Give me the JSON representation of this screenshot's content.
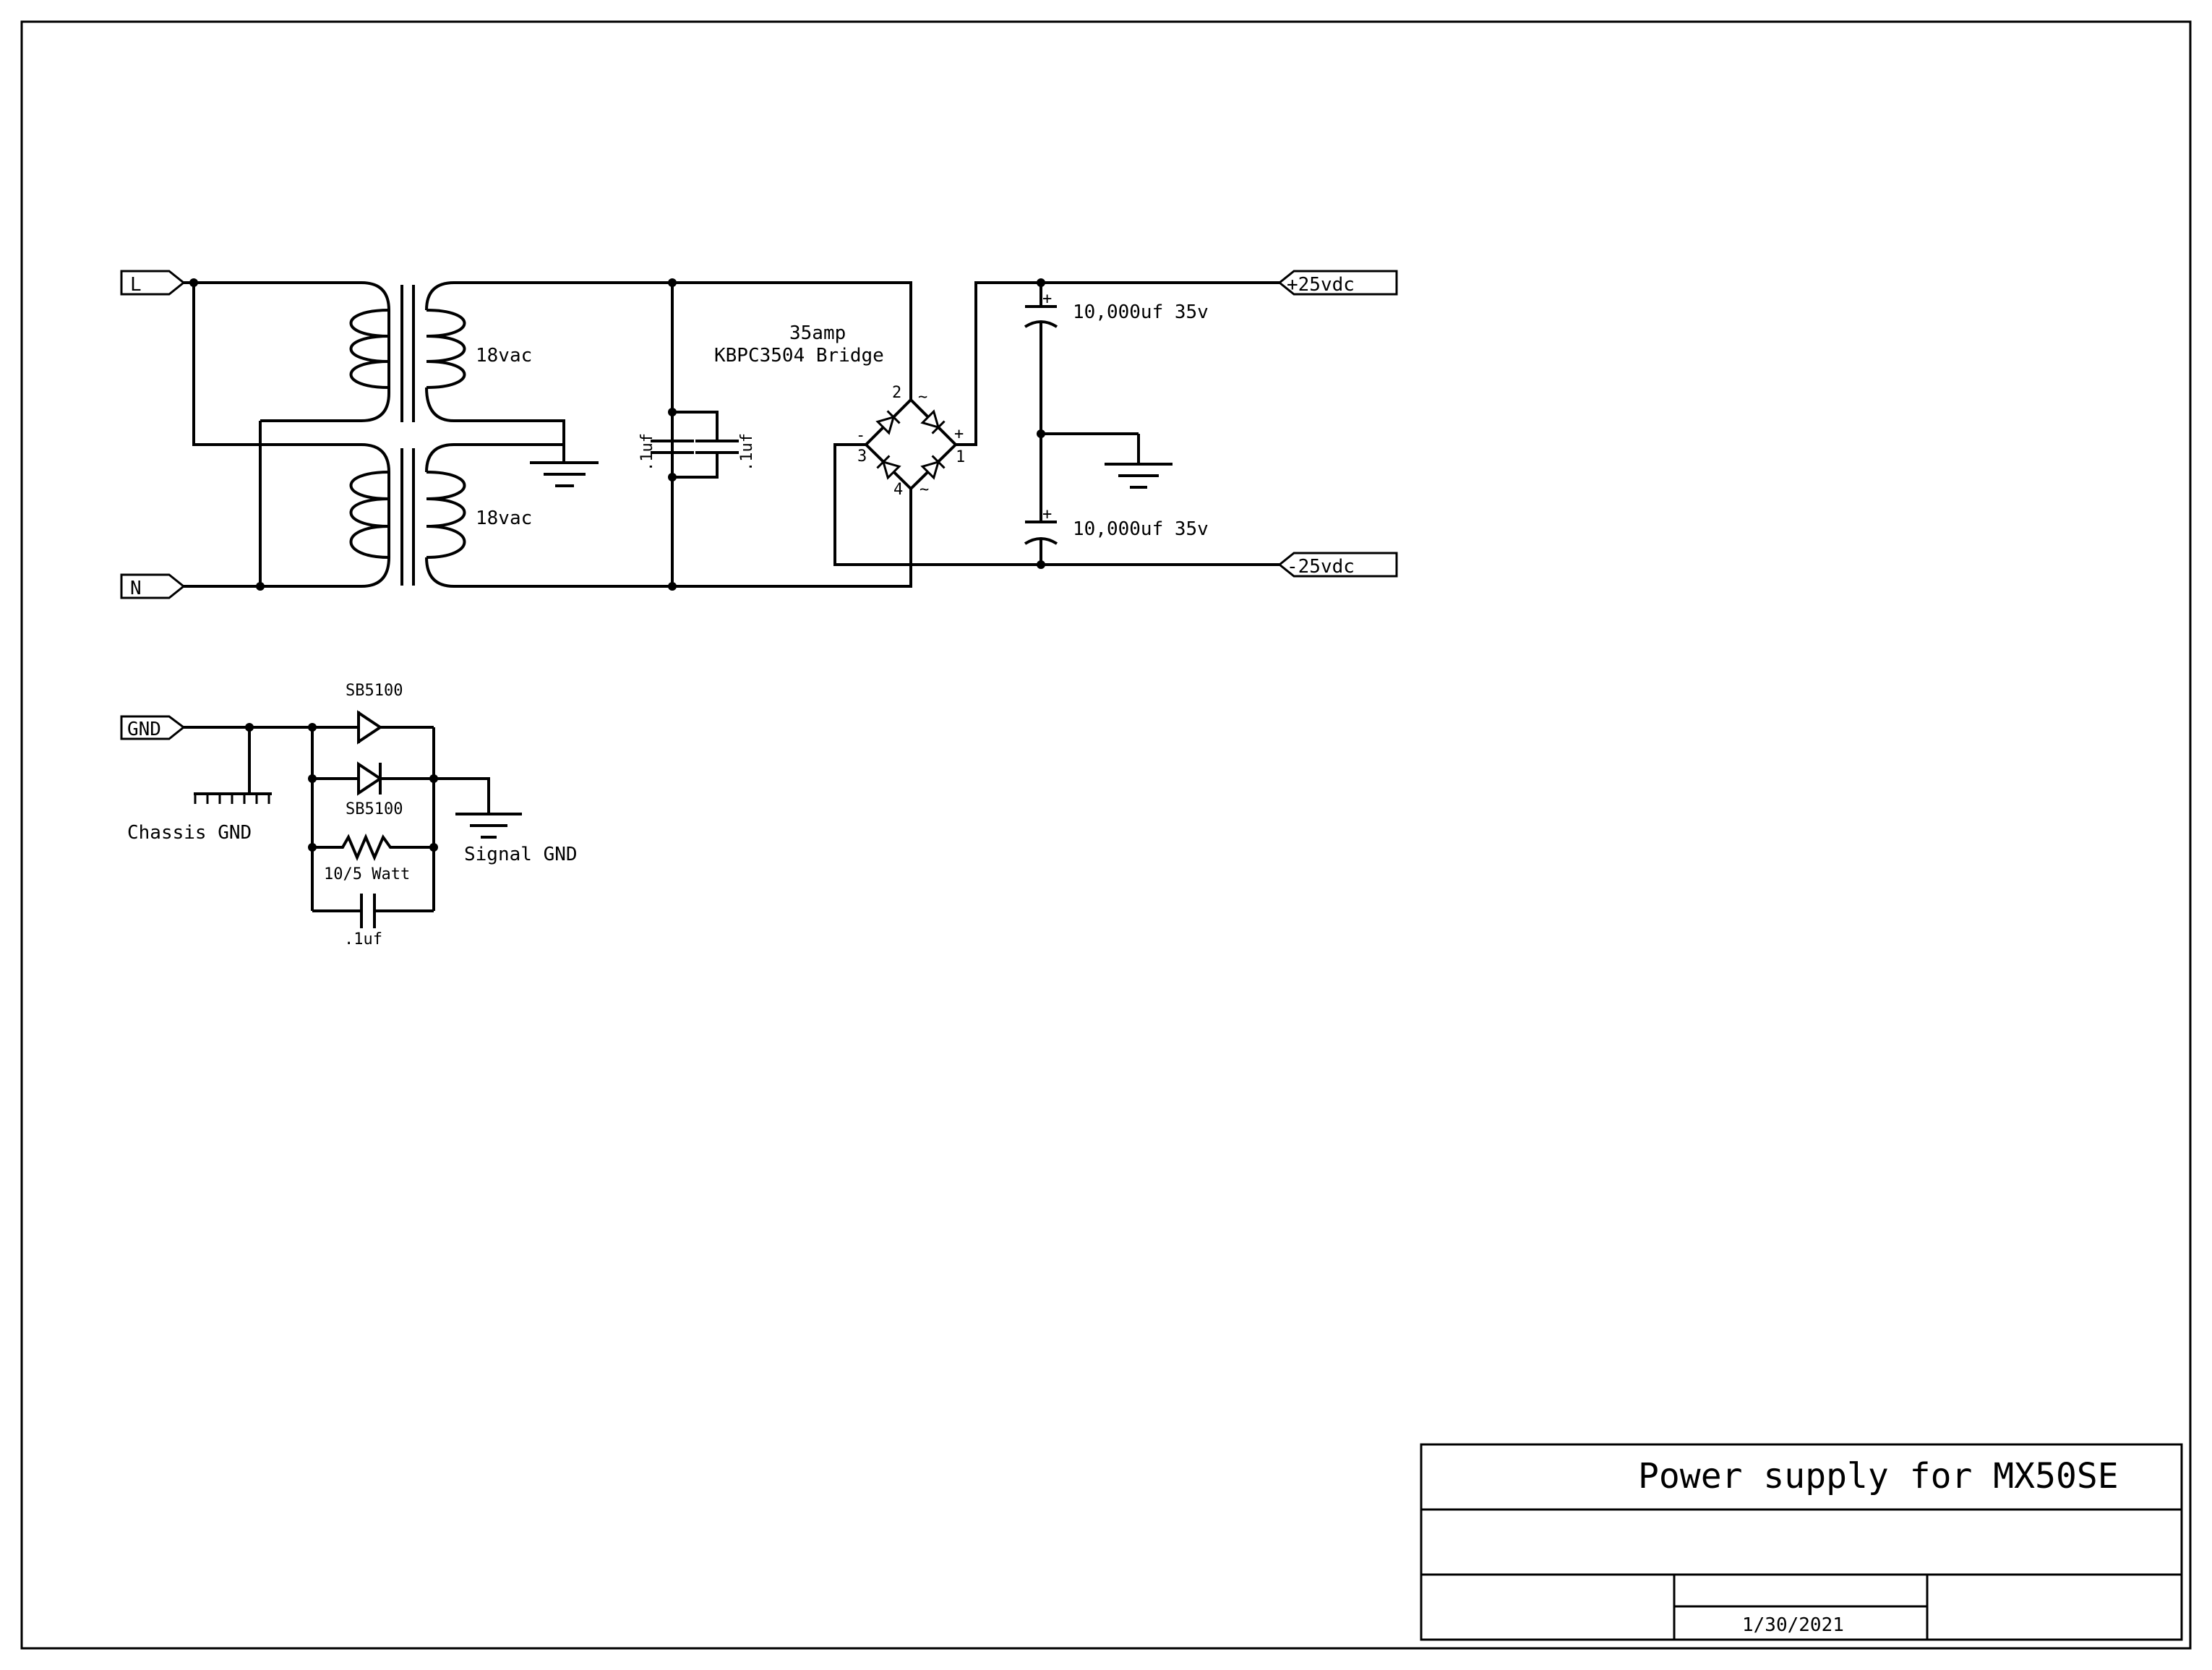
{
  "ports": {
    "line": "L",
    "neutral": "N",
    "gnd": "GND",
    "positive_out": "+25vdc",
    "negative_out": "-25vdc"
  },
  "transformers": {
    "upper_secondary": "18vac",
    "lower_secondary": "18vac"
  },
  "caps": {
    "left_small": ".1uf",
    "right_small": ".1uf",
    "upper_filter": "10,000uf 35v",
    "lower_filter": "10,000uf 35v",
    "polarity_mark": "+",
    "ground_loop": ".1uf"
  },
  "bridge": {
    "rating": "35amp",
    "part": "KBPC3504 Bridge",
    "pin_1": "1",
    "pin_2": "2",
    "pin_3": "3",
    "pin_4": "4",
    "plus": "+",
    "minus": "-",
    "ac_mark": "~"
  },
  "ground_loop_breaker": {
    "diode_top": "SB5100",
    "diode_bottom": "SB5100",
    "resistor": "10/5 Watt",
    "chassis_gnd": "Chassis GND",
    "signal_gnd": "Signal GND"
  },
  "title_block": {
    "title": "Power supply for MX50SE",
    "date": "1/30/2021"
  }
}
